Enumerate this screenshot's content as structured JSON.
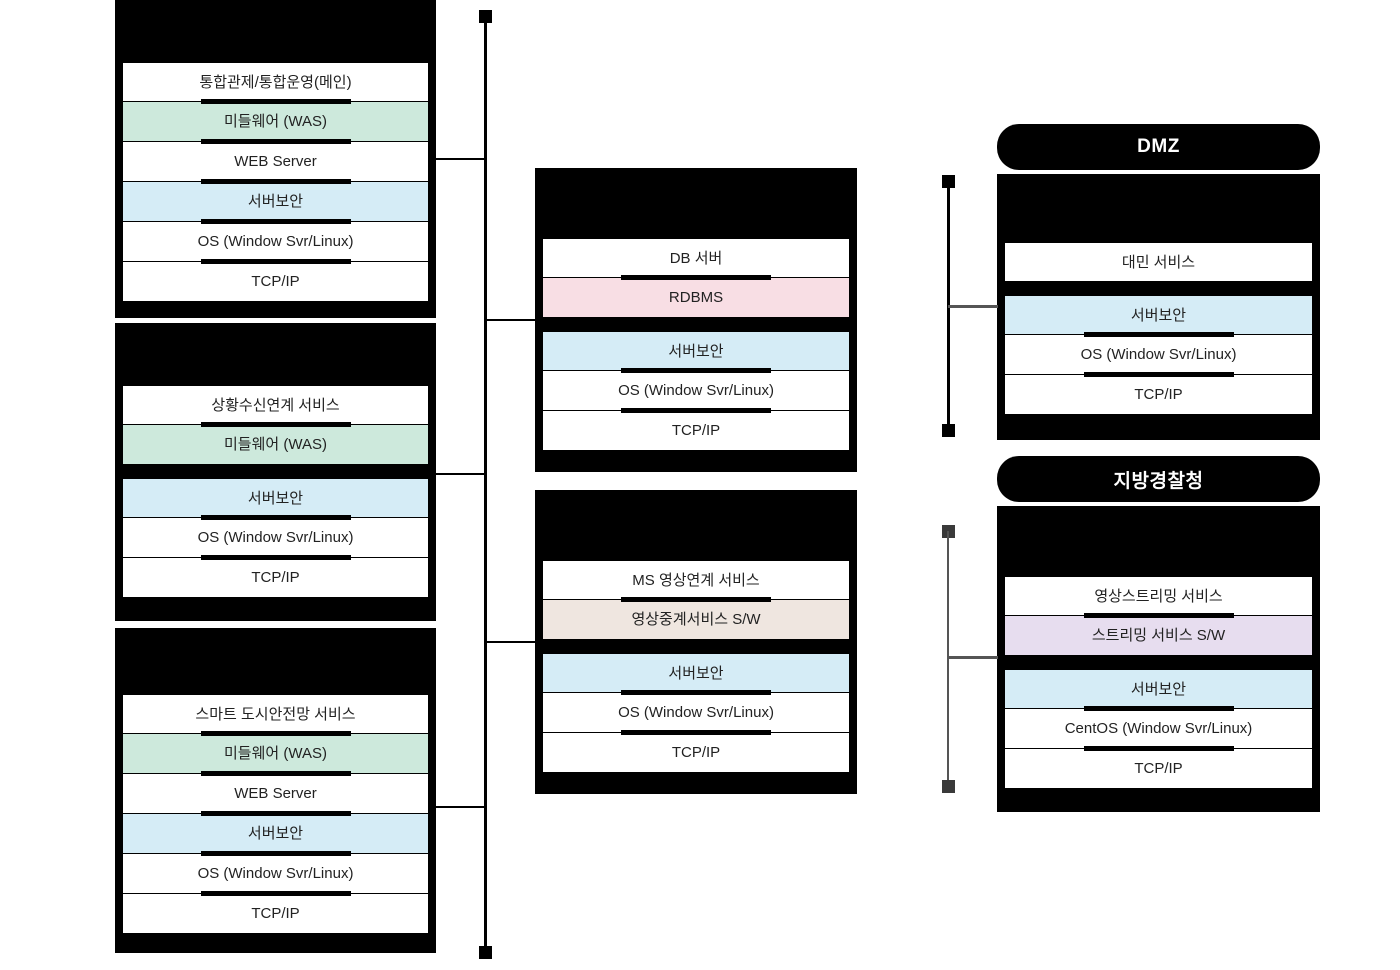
{
  "diagram": {
    "title": "System architecture stack diagram",
    "palette": {
      "frame": "#000000",
      "row_bg": "#ffffff",
      "middleware_green": "#cde9dc",
      "security_blue": "#d5ecf6",
      "rdbms_pink": "#f8dee4",
      "relay_beige": "#efe6e0",
      "streaming_lavender": "#e7ddef",
      "connector": "#000000",
      "connector_gray": "#555555"
    }
  },
  "left_column": {
    "cards": [
      {
        "header": "",
        "rows": [
          {
            "label": "통합관제/통합운영(메인)",
            "tint": "none"
          },
          {
            "label": "미들웨어 (WAS)",
            "tint": "green"
          },
          {
            "label": "WEB Server",
            "tint": "none"
          },
          {
            "label": "서버보안",
            "tint": "blue"
          },
          {
            "label": "OS (Window Svr/Linux)",
            "tint": "none"
          },
          {
            "label": "TCP/IP",
            "tint": "none"
          }
        ]
      },
      {
        "header": "",
        "rows": [
          {
            "label": "상황수신연계 서비스",
            "tint": "none"
          },
          {
            "label": "미들웨어 (WAS)",
            "tint": "green"
          },
          {
            "label": "서버보안",
            "tint": "blue"
          },
          {
            "label": "OS (Window Svr/Linux)",
            "tint": "none"
          },
          {
            "label": "TCP/IP",
            "tint": "none"
          }
        ]
      },
      {
        "header": "",
        "rows": [
          {
            "label": "스마트 도시안전망 서비스",
            "tint": "none"
          },
          {
            "label": "미들웨어 (WAS)",
            "tint": "green"
          },
          {
            "label": "WEB Server",
            "tint": "none"
          },
          {
            "label": "서버보안",
            "tint": "blue"
          },
          {
            "label": "OS (Window Svr/Linux)",
            "tint": "none"
          },
          {
            "label": "TCP/IP",
            "tint": "none"
          }
        ]
      }
    ]
  },
  "middle_column": {
    "cards": [
      {
        "header": "",
        "rows": [
          {
            "label": "DB 서버",
            "tint": "none"
          },
          {
            "label": "RDBMS",
            "tint": "pink"
          },
          {
            "label": "서버보안",
            "tint": "blue"
          },
          {
            "label": "OS (Window Svr/Linux)",
            "tint": "none"
          },
          {
            "label": "TCP/IP",
            "tint": "none"
          }
        ]
      },
      {
        "header": "",
        "rows": [
          {
            "label": "MS 영상연계 서비스",
            "tint": "none"
          },
          {
            "label": "영상중계서비스 S/W",
            "tint": "beige"
          },
          {
            "label": "서버보안",
            "tint": "blue"
          },
          {
            "label": "OS (Window Svr/Linux)",
            "tint": "none"
          },
          {
            "label": "TCP/IP",
            "tint": "none"
          }
        ]
      }
    ]
  },
  "right_column": {
    "zones": [
      {
        "zone_label": "DMZ",
        "rows": [
          {
            "label": "대민 서비스",
            "tint": "none"
          },
          {
            "label": "서버보안",
            "tint": "blue"
          },
          {
            "label": "OS (Window Svr/Linux)",
            "tint": "none"
          },
          {
            "label": "TCP/IP",
            "tint": "none"
          }
        ]
      },
      {
        "zone_label": "지방경찰청",
        "rows": [
          {
            "label": "영상스트리밍 서비스",
            "tint": "none"
          },
          {
            "label": "스트리밍 서비스 S/W",
            "tint": "lav"
          },
          {
            "label": "서버보안",
            "tint": "blue"
          },
          {
            "label": "CentOS (Window Svr/Linux)",
            "tint": "none"
          },
          {
            "label": "TCP/IP",
            "tint": "none"
          }
        ]
      }
    ]
  }
}
